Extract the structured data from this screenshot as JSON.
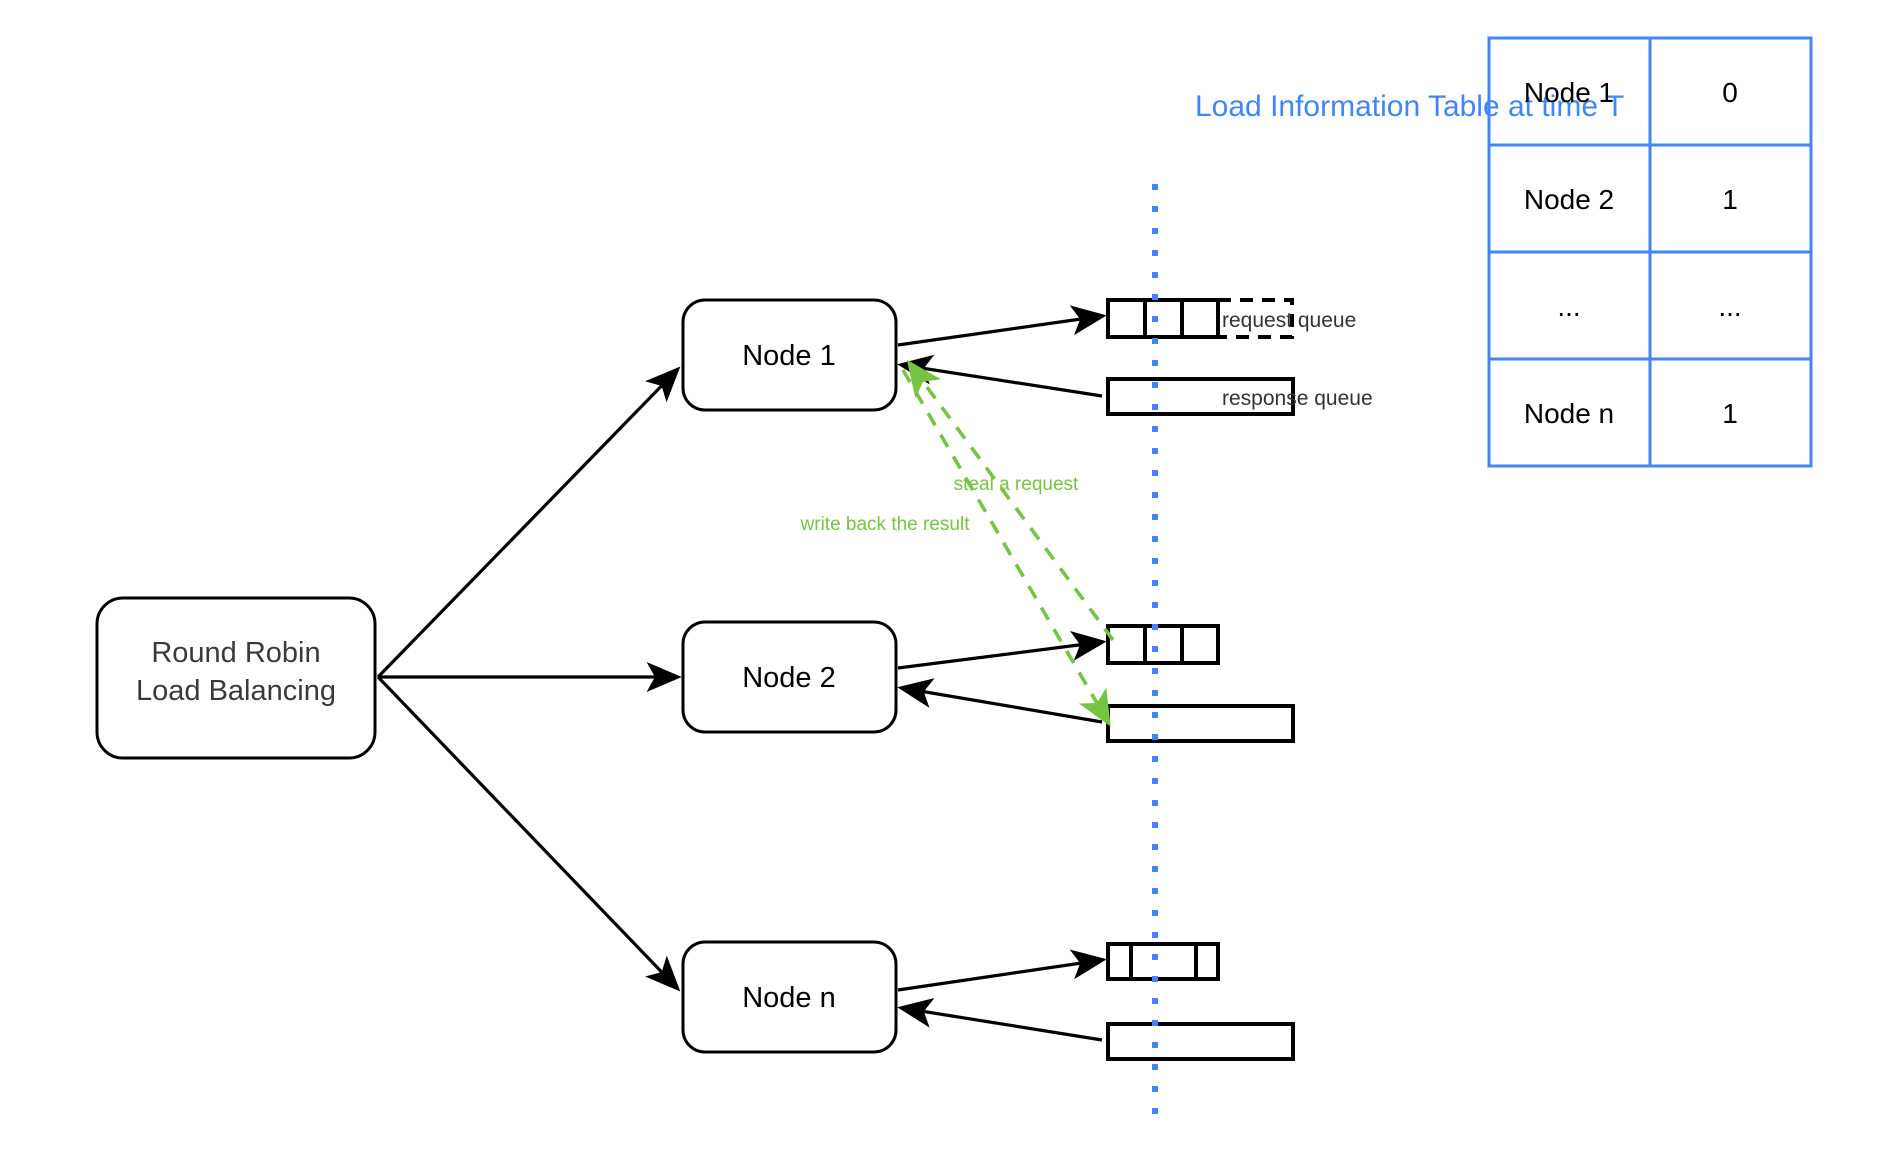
{
  "diagram": {
    "title_text": "Load Information Table at time T",
    "colors": {
      "accent_blue": "#4285f4",
      "steal_green": "#76c442",
      "stroke_black": "#000000",
      "lb_text_gray": "#3a3a3a",
      "background": "#ffffff"
    },
    "load_balancer": {
      "line1": "Round Robin",
      "line2": "Load Balancing"
    },
    "nodes": [
      {
        "label": "Node 1"
      },
      {
        "label": "Node 2"
      },
      {
        "label": "Node n"
      }
    ],
    "queue_labels": {
      "request": "request queue",
      "response": "response queue"
    },
    "annotations": {
      "steal": "steal a request",
      "write_back": "write back the result"
    },
    "queues": {
      "node1_request_cells": 3,
      "node1_request_has_ghost_cell": true,
      "node2_request_cells": 3,
      "noden_request_cells": 3
    }
  },
  "load_table": {
    "title": "Load Information Table at time T",
    "rows": [
      {
        "name": "Node 1",
        "value": "0"
      },
      {
        "name": "Node 2",
        "value": "1"
      },
      {
        "name": "...",
        "value": "..."
      },
      {
        "name": "Node n",
        "value": "1"
      }
    ]
  }
}
